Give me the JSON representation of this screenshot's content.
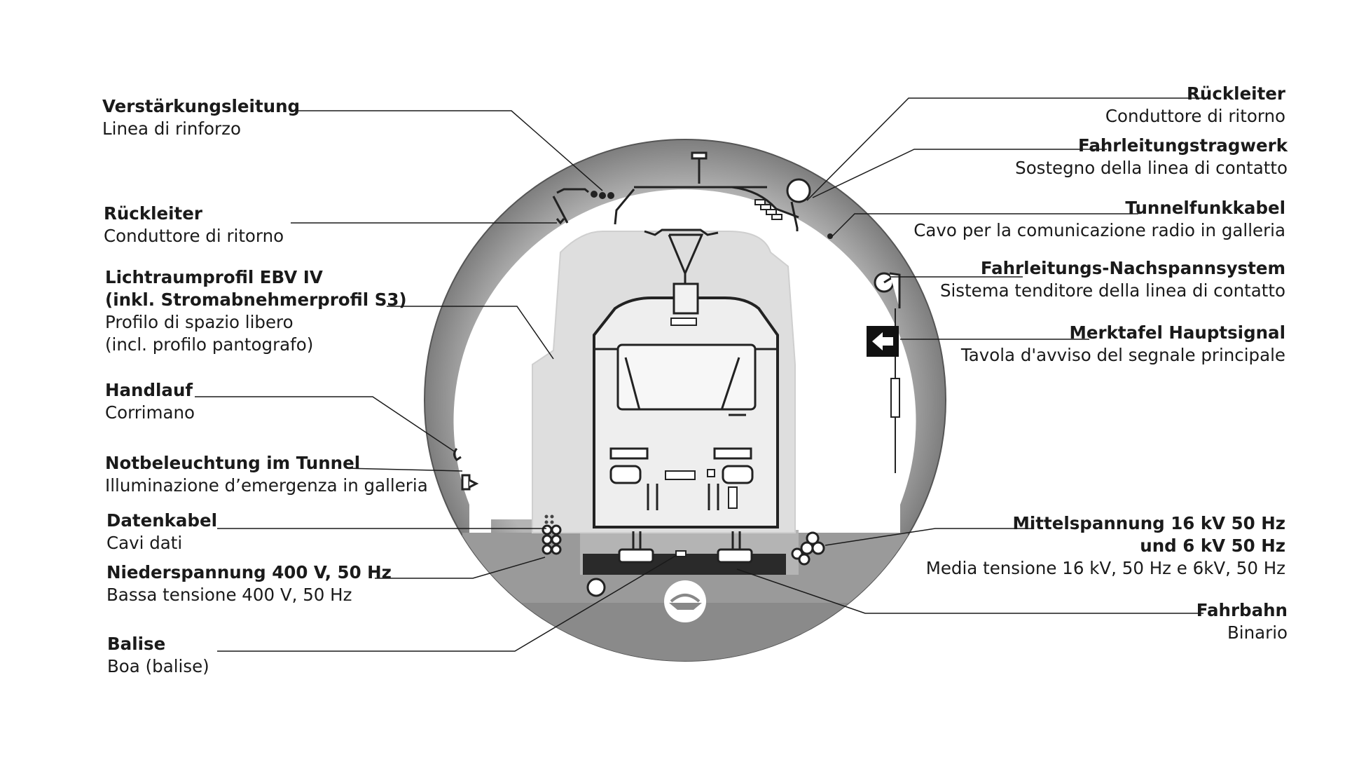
{
  "labels": {
    "verstaerkungsleitung": {
      "de": "Verstärkungsleitung",
      "it": "Linea di rinforzo"
    },
    "rueckleiter_left": {
      "de": "Rückleiter",
      "it": "Conduttore di ritorno"
    },
    "lichtraumprofil": {
      "de1": "Lichtraumprofil EBV IV",
      "de2": "(inkl. Stromabnehmerprofil S3)",
      "it1": "Profilo di spazio libero",
      "it2": "(incl. profilo pantografo)"
    },
    "handlauf": {
      "de": "Handlauf",
      "it": "Corrimano"
    },
    "notbeleuchtung": {
      "de": "Notbeleuchtung im Tunnel",
      "it": "Illuminazione d’emergenza in galleria"
    },
    "datenkabel": {
      "de": "Datenkabel",
      "it": "Cavi dati"
    },
    "niederspannung": {
      "de": "Niederspannung 400 V, 50 Hz",
      "it": "Bassa tensione 400 V, 50 Hz"
    },
    "balise": {
      "de": "Balise",
      "it": "Boa (balise)"
    },
    "rueckleiter_right": {
      "de": "Rückleiter",
      "it": "Conduttore di ritorno"
    },
    "fahrleitungstragwerk": {
      "de": "Fahrleitungstragwerk",
      "it": "Sostegno della linea di contatto"
    },
    "tunnelfunkkabel": {
      "de": "Tunnelfunkkabel",
      "it": "Cavo per la comunicazione radio in galleria"
    },
    "nachspannsystem": {
      "de": "Fahrleitungs-Nachspannsystem",
      "it": "Sistema tenditore della linea di contatto"
    },
    "merktafel": {
      "de": "Merktafel Hauptsignal",
      "it": "Tavola d'avviso del segnale principale"
    },
    "mittelspannung": {
      "de1": "Mittelspannung 16 kV 50 Hz",
      "de2": "und 6 kV 50 Hz",
      "it": "Media tensione 16 kV, 50 Hz e 6kV, 50 Hz"
    },
    "fahrbahn": {
      "de": "Fahrbahn",
      "it": "Binario"
    }
  },
  "colors": {
    "tunnel_ring": "#8c8c8c",
    "interior": "#ffffff",
    "clearance_profile": "#dcdcdc",
    "train_body": "#ececec",
    "track_bed": "#2a2a2a",
    "line": "#1a1a1a"
  },
  "icons": [
    "pulley-icon",
    "signal-arrow-icon",
    "insulator-icon",
    "cable-bundle-icon",
    "drain-pipe-icon",
    "handrail-icon",
    "lamp-icon"
  ]
}
